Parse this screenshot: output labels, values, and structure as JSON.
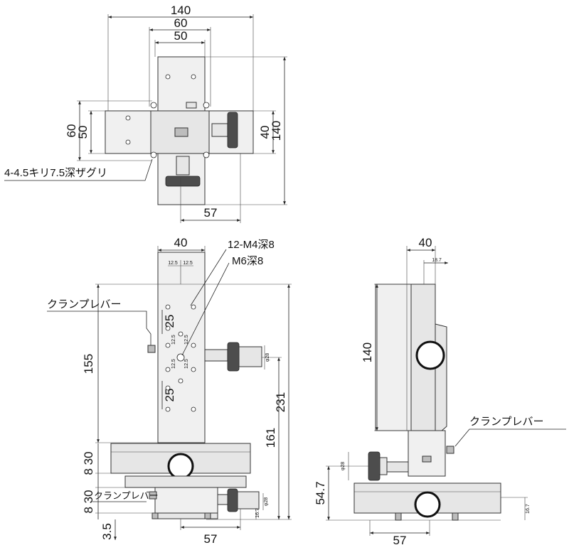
{
  "top_view": {
    "dim_width_total": "140",
    "dim_width_60": "60",
    "dim_width_50": "50",
    "dim_height_60": "60",
    "dim_height_50": "50",
    "dim_height_40": "40",
    "dim_height_140": "140",
    "dim_bottom_57": "57",
    "counterbore_note": "4-4.5キリ7.5深ザグリ"
  },
  "front_view": {
    "dim_width_40": "40",
    "dim_pitch_left": "12.5",
    "dim_pitch_right": "12.5",
    "tapped_holes": "12-M4深8",
    "center_hole": "M6深8",
    "clamp_lever": "クランプレバー",
    "clamp_lever_small": "クランプレバー",
    "dim_25_upper": "25",
    "dim_25_lower": "25",
    "dim_12_5_a": "12.5",
    "dim_12_5_b": "12.5",
    "dim_12_5_c": "12.5",
    "dim_12_5_d": "12.5",
    "dim_155": "155",
    "dim_231": "231",
    "dim_161": "161",
    "dim_8_30_upper": "8 30",
    "dim_8_30_lower": "8 30",
    "dim_3_5": "3.5",
    "dim_phi28_upper": "φ28",
    "dim_phi28_lower": "φ28",
    "dim_16_7": "16.7",
    "dim_bottom_57": "57"
  },
  "side_view": {
    "dim_width_40": "40",
    "dim_18_7": "18.7",
    "dim_140": "140",
    "clamp_lever": "クランプレバー",
    "dim_phi28": "φ28",
    "dim_54_7": "54.7",
    "dim_16_7": "16.7",
    "dim_bottom_57": "57"
  }
}
